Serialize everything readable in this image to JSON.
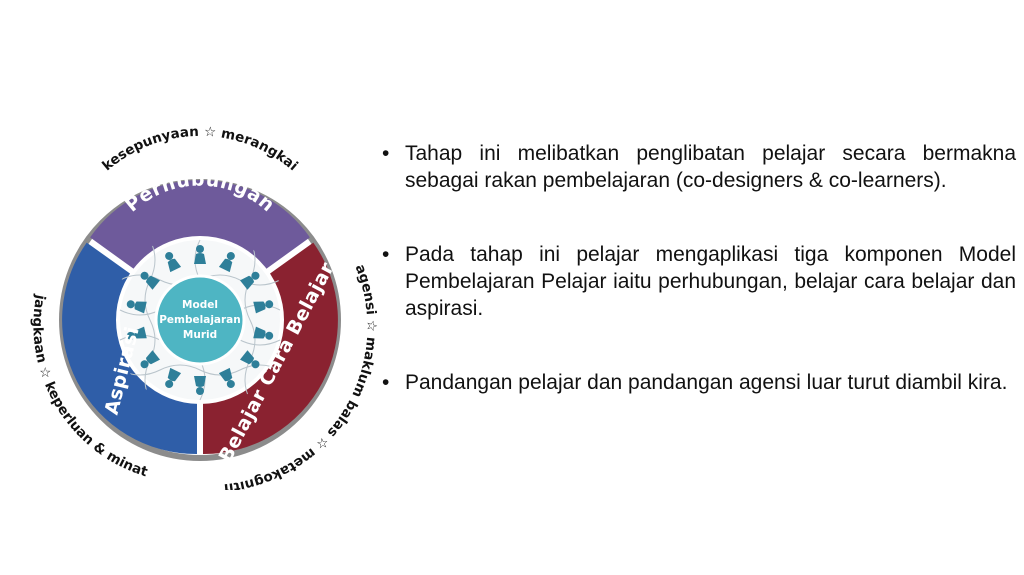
{
  "diagram": {
    "center": {
      "line1": "Model",
      "line2": "Pembelajaran",
      "line3": "Murid"
    },
    "segments": {
      "top": {
        "label": "Perhubungan",
        "color": "#6e5a9b"
      },
      "left": {
        "label": "Aspirasi",
        "color": "#2f5ea8"
      },
      "right": {
        "label": "Belajar Cara Belajar",
        "color": "#8a2230"
      }
    },
    "ring_labels": {
      "top": "kesepunyaan ☆ merangkai",
      "left": "jangkaan ☆ keperluan & minat",
      "right": "agensi ☆ maklum balas ☆ metakognitif"
    }
  },
  "bullets": [
    "Tahap ini melibatkan penglibatan pelajar secara bermakna sebagai rakan pembelajaran (co-designers & co-learners).",
    "Pada tahap ini pelajar mengaplikasi tiga komponen Model Pembelajaran Pelajar iaitu perhubungan, belajar cara belajar dan aspirasi.",
    "Pandangan pelajar dan pandangan  agensi luar turut diambil   kira."
  ],
  "colors": {
    "ring_border": "#8c8c8c",
    "center_circle": "#4eb5c3",
    "figures": "#2e7f99",
    "bullet_text": "#111111"
  }
}
